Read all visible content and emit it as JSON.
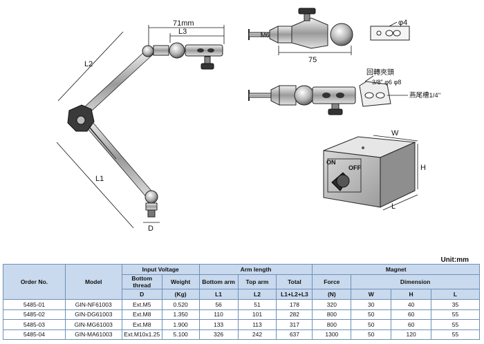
{
  "labels": {
    "arm_width": "71mm",
    "l3": "L3",
    "l2": "L2",
    "l1": "L1",
    "d": "D",
    "m6": "M6",
    "hole_dia": "φ4",
    "length_75": "75",
    "rotary_clamp": "回轉夾頭",
    "clamp_sizes": "3/8\" φ6 φ8",
    "dovetail": "燕尾槽1/4\"",
    "on": "ON",
    "off": "OFF",
    "w": "W",
    "h": "H",
    "l": "L"
  },
  "unit": "Unit:mm",
  "table": {
    "order_no": "Order No.",
    "model": "Model",
    "input_voltage": "Input Voltage",
    "arm_length": "Arm length",
    "magnet": "Magnet",
    "bottom_thread": "Bottom thread",
    "weight": "Weight",
    "bottom_arm": "Bottom arm",
    "top_arm": "Top arm",
    "total": "Total",
    "force": "Force",
    "dimension": "Dimension",
    "d": "D",
    "kg": "(Kg)",
    "l1": "L1",
    "l2": "L2",
    "l1l2l3": "L1+L2+L3",
    "n": "(N)",
    "w": "W",
    "h": "H",
    "l": "L",
    "rows": [
      [
        "5485-01",
        "GIN-NF61003",
        "Ext.M5",
        "0.520",
        "56",
        "51",
        "178",
        "320",
        "30",
        "40",
        "35"
      ],
      [
        "5485-02",
        "GIN-DG61003",
        "Ext.M8",
        "1.350",
        "110",
        "101",
        "282",
        "800",
        "50",
        "60",
        "55"
      ],
      [
        "5485-03",
        "GIN-MG61003",
        "Ext.M8",
        "1.900",
        "133",
        "113",
        "317",
        "800",
        "50",
        "60",
        "55"
      ],
      [
        "5485-04",
        "GIN-MA61003",
        "Ext.M10x1.25",
        "5.100",
        "326",
        "242",
        "637",
        "1300",
        "50",
        "120",
        "55"
      ]
    ]
  }
}
